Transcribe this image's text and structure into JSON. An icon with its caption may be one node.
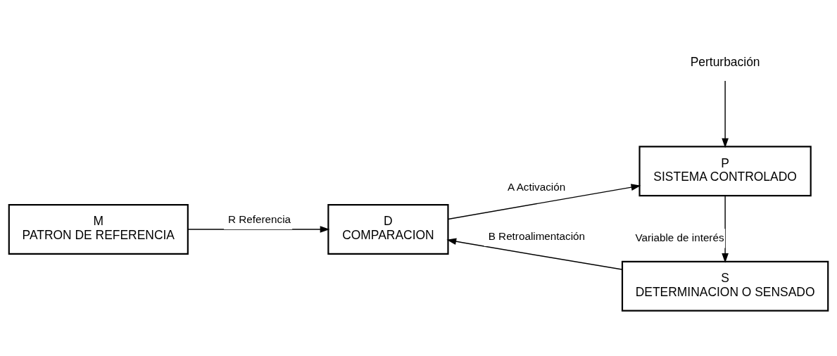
{
  "diagram": {
    "nodes": [
      {
        "text": [
          "M",
          "PATRON DE REFERENCIA"
        ]
      },
      {
        "text": [
          "D",
          "COMPARACION"
        ]
      },
      {
        "text": [
          "Perturbación"
        ]
      },
      {
        "text": [
          "P",
          "SISTEMA CONTROLADO"
        ]
      },
      {
        "text": [
          "S",
          "DETERMINACION O SENSADO"
        ]
      }
    ],
    "edges": [
      {
        "from": 0,
        "to": 1,
        "arrow": "to",
        "label": "R Referencia"
      },
      {
        "from": 1,
        "to": 3,
        "arrow": "to",
        "label": "A Activación"
      },
      {
        "from": 2,
        "to": 3,
        "arrow": "to"
      },
      {
        "from": 3,
        "to": 4,
        "arrow": "to",
        "label": "Variable de interés"
      },
      {
        "from": 4,
        "to": 1,
        "arrow": "to",
        "label": "B Retroalimentación"
      }
    ]
  }
}
